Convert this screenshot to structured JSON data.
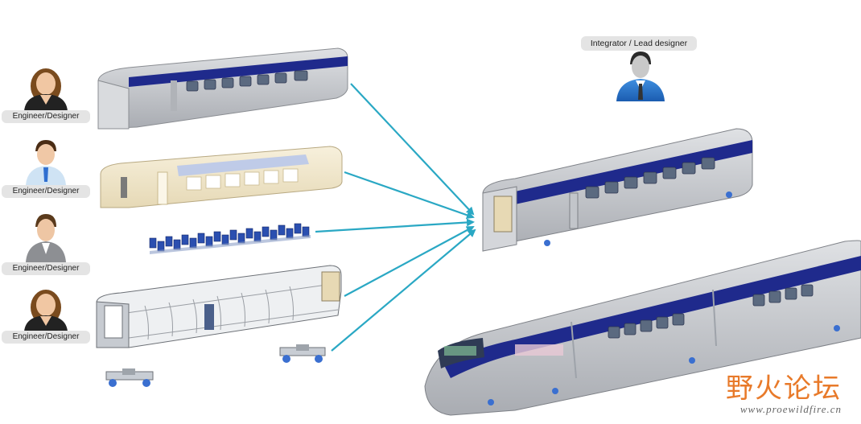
{
  "lead": {
    "label": "Integrator / Lead designer"
  },
  "engineers": [
    {
      "label": "Engineer/Designer"
    },
    {
      "label": "Engineer/Designer"
    },
    {
      "label": "Engineer/Designer"
    },
    {
      "label": "Engineer/Designer"
    }
  ],
  "watermark": {
    "cn_text": "野火论坛",
    "url": "www.proewildfire.cn"
  },
  "colors": {
    "arrow": "#2aa8c4",
    "stripe": "#1f2a8c",
    "body_gray": "#c9cbcf",
    "shell_cream": "#f2e8cf",
    "seat_blue": "#2b4fb0",
    "watermark": "#e87a2a"
  }
}
